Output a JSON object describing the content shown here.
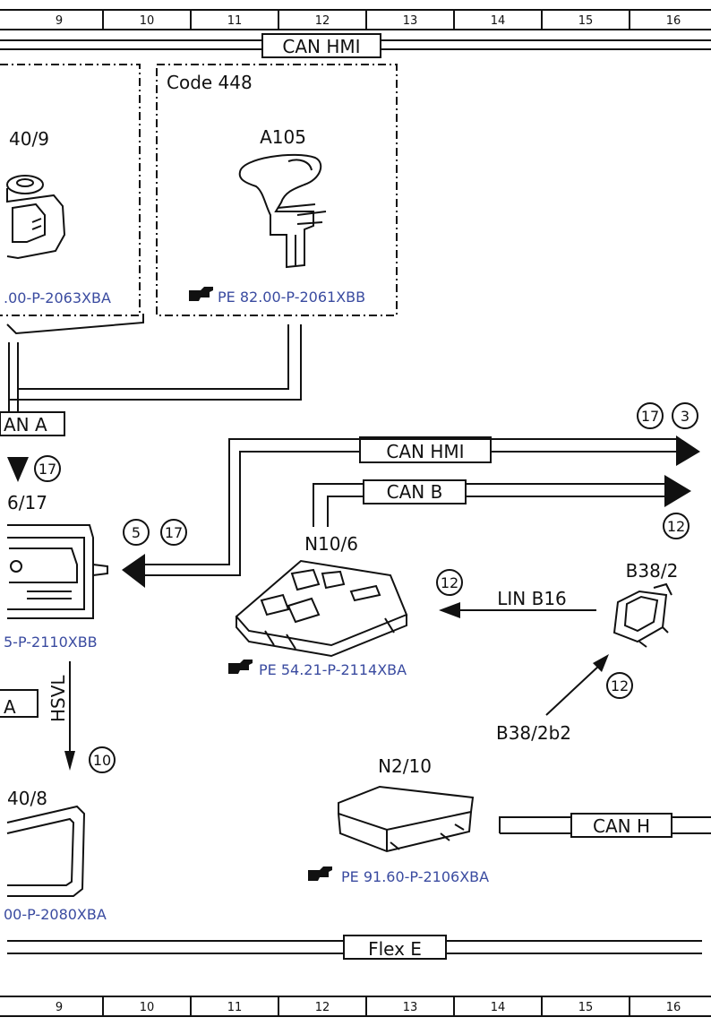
{
  "ruler": {
    "columns": [
      "9",
      "10",
      "11",
      "12",
      "13",
      "14",
      "15",
      "16"
    ]
  },
  "buses": {
    "top": "CAN HMI",
    "can_a": "AN A",
    "can_hmi_mid": "CAN HMI",
    "can_b": "CAN B",
    "lin": "LIN B16",
    "hsvl": "HSVL",
    "can_h": "CAN H",
    "flex_e": "Flex E"
  },
  "code_box": {
    "label": "Code 448"
  },
  "components": {
    "a40_9": {
      "label": "40/9",
      "ref": ".00-P-2063XBA"
    },
    "a105": {
      "label": "A105",
      "ref": "PE 82.00-P-2061XBB"
    },
    "n6_17": {
      "label": "6/17",
      "ref": "5-P-2110XBB"
    },
    "n10_6": {
      "label": "N10/6",
      "ref": "PE 54.21-P-2114XBA"
    },
    "b38_2": {
      "label": "B38/2",
      "sub": "B38/2b2"
    },
    "a40_8": {
      "label": "40/8",
      "ref": "00-P-2080XBA"
    },
    "n2_10": {
      "label": "N2/10",
      "ref": "PE 91.60-P-2106XBA"
    },
    "partial_box": {
      "label": "A"
    }
  },
  "markers": {
    "m17_top": "17",
    "m3_top": "3",
    "m12_canb": "12",
    "m17_left": "17",
    "m5": "5",
    "m17_mid": "17",
    "m12_lin": "12",
    "m12_b38": "12",
    "m10": "10"
  },
  "icons": {
    "ref_icon": "pointing-hand-icon"
  }
}
